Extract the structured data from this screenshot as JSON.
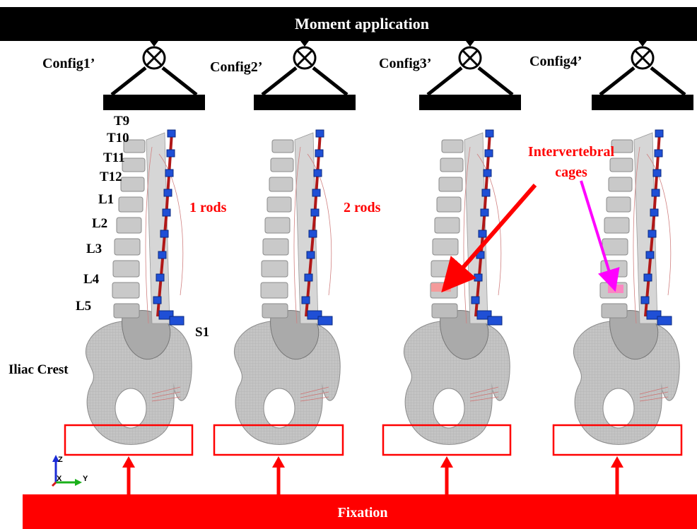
{
  "top_bar": {
    "label": "Moment application"
  },
  "bottom_bar": {
    "label": "Fixation"
  },
  "configs": [
    {
      "label": "Config1’",
      "rods_label": "1 rods"
    },
    {
      "label": "Config2’",
      "rods_label": "2 rods"
    },
    {
      "label": "Config3’"
    },
    {
      "label": "Config4’"
    }
  ],
  "vertebrae_labels": [
    "T9",
    "T10",
    "T11",
    "T12",
    "L1",
    "L2",
    "L3",
    "L4",
    "L5"
  ],
  "sacrum_label": "S1",
  "iliac_label": "Iliac Crest",
  "cages_label_line1": "Intervertebral",
  "cages_label_line2": "cages",
  "axes": {
    "z": "Z",
    "x": "X",
    "y": "Y"
  },
  "colors": {
    "moment_bar": "#000000",
    "fixation_bar": "#ff0000",
    "annotation_red": "#ff0000",
    "arrow_magenta": "#ff00ff",
    "bone": "#bdbdbd",
    "screw": "#1f4fd6"
  }
}
